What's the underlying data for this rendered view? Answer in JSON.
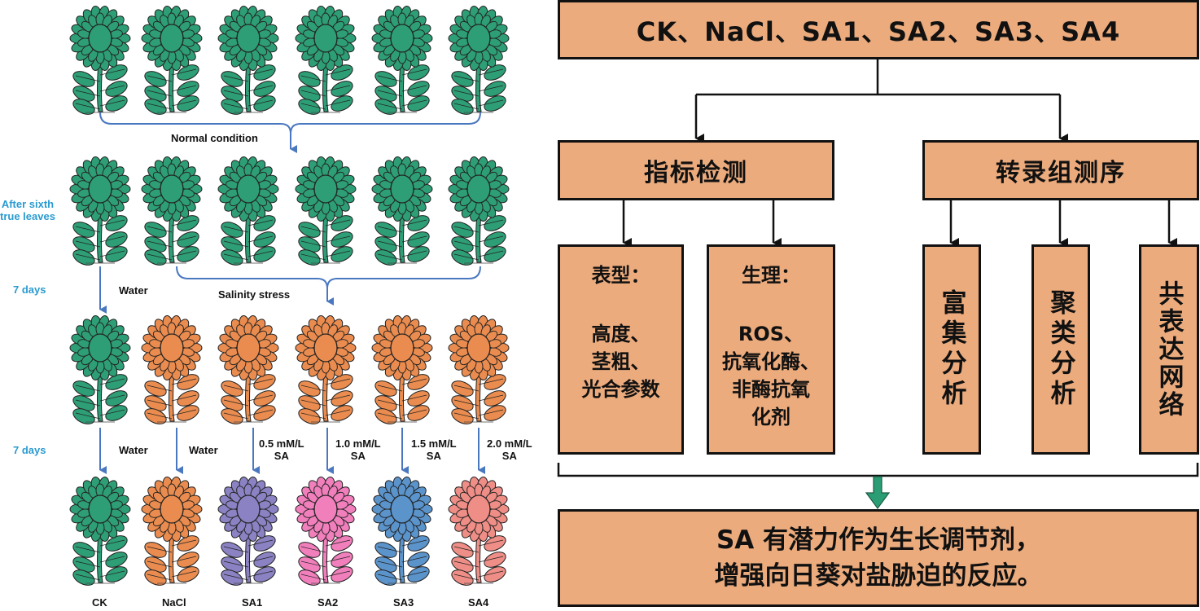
{
  "experiment_design": {
    "rows": [
      {
        "row": 1,
        "plant_colors": [
          "#2e9e76",
          "#2e9e76",
          "#2e9e76",
          "#2e9e76",
          "#2e9e76",
          "#2e9e76"
        ]
      },
      {
        "row": 2,
        "side_label": [
          "After sixth",
          "true leaves"
        ],
        "plant_colors": [
          "#2e9e76",
          "#2e9e76",
          "#2e9e76",
          "#2e9e76",
          "#2e9e76",
          "#2e9e76"
        ]
      },
      {
        "row": 3,
        "plant_colors": [
          "#2e9e76",
          "#ea8c4f",
          "#ea8c4f",
          "#ea8c4f",
          "#ea8c4f",
          "#ea8c4f"
        ]
      },
      {
        "row": 4,
        "plant_colors": [
          "#2e9e76",
          "#ea8c4f",
          "#8a82c2",
          "#f07fbc",
          "#5b93cb",
          "#ef8e86"
        ]
      }
    ],
    "normal_condition": "Normal condition",
    "salinity_stress": "Salinity stress",
    "step1": {
      "days": "7 days",
      "ck_treatment": "Water"
    },
    "step2": {
      "days": "7 days",
      "treatments": [
        {
          "line1": "Water",
          "line2": ""
        },
        {
          "line1": "Water",
          "line2": ""
        },
        {
          "line1": "0.5 mM/L",
          "line2": "SA"
        },
        {
          "line1": "1.0 mM/L",
          "line2": "SA"
        },
        {
          "line1": "1.5 mM/L",
          "line2": "SA"
        },
        {
          "line1": "2.0 mM/L",
          "line2": "SA"
        }
      ]
    },
    "groups": [
      "CK",
      "NaCl",
      "SA1",
      "SA2",
      "SA3",
      "SA4"
    ],
    "arrow_color": "#4a78c0"
  },
  "flowchart": {
    "top": "CK、NaCl、SA1、SA2、SA3、SA4",
    "branch_left": "指标检测",
    "branch_right": "转录组测序",
    "phenotype": {
      "head": "表型：",
      "lines": [
        "高度、",
        "茎粗、",
        "光合参数"
      ]
    },
    "physiology": {
      "head": "生理：",
      "lines": [
        "ROS、",
        "抗氧化酶、",
        "非酶抗氧",
        "化剂"
      ]
    },
    "enrichment": "富集分析",
    "clustering": "聚类分析",
    "coexpression": "共表达网络",
    "conclusion": [
      "SA 有潜力作为生长调节剂，",
      "增强向日葵对盐胁迫的反应。"
    ],
    "box_color": "#ecab7d",
    "arrow_color": "#2a9d74"
  }
}
